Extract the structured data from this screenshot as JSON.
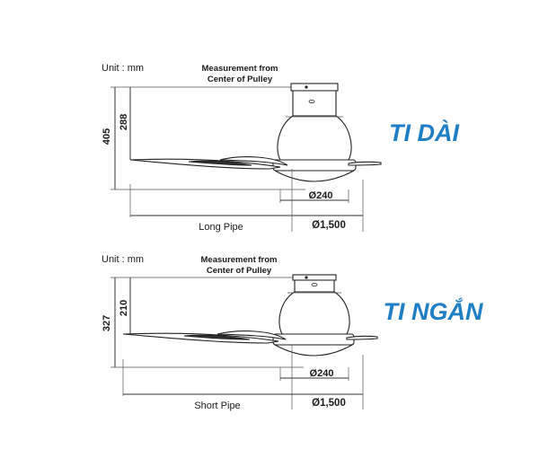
{
  "colors": {
    "accent": "#1f7fc6",
    "ink": "#1a1a1a"
  },
  "diagrams": [
    {
      "unit": "Unit : mm",
      "measurement": [
        "Measurement from",
        "Center of Pulley"
      ],
      "total_height": "405",
      "drop_height": "288",
      "light_dia": "Ø240",
      "span": "Ø1,500",
      "pipe": "Long Pipe",
      "tag": "TI DÀI"
    },
    {
      "unit": "Unit : mm",
      "measurement": [
        "Measurement from",
        "Center of Pulley"
      ],
      "total_height": "327",
      "drop_height": "210",
      "light_dia": "Ø240",
      "span": "Ø1,500",
      "pipe": "Short Pipe",
      "tag": "TI NGẮN"
    }
  ]
}
